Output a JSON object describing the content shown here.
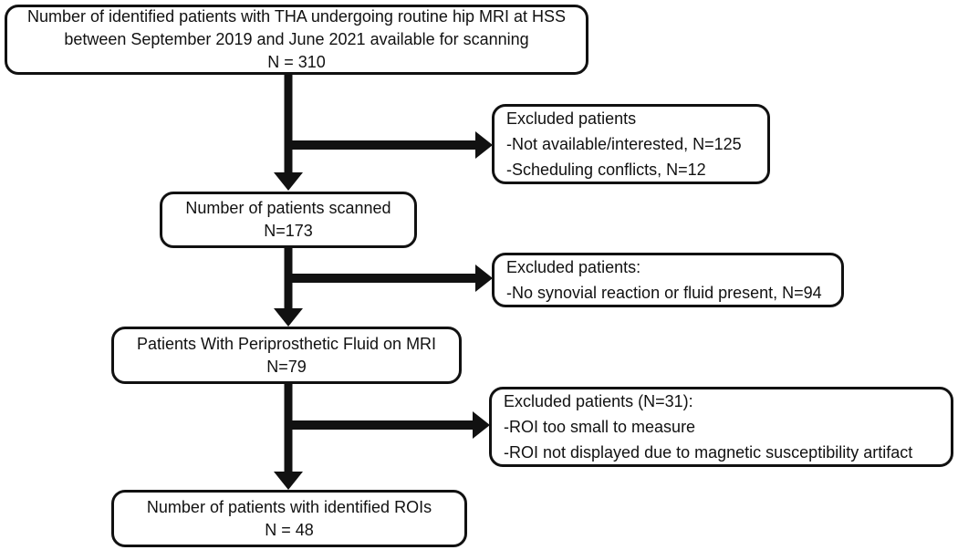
{
  "diagram": {
    "type": "flowchart",
    "line_color": "#111111",
    "background": "#ffffff",
    "boxes": {
      "identified": {
        "text": "Number of identified patients with THA undergoing routine hip MRI at HSS between September 2019 and June 2021 available for scanning",
        "n": "N = 310"
      },
      "excluded_recruit": {
        "title": "Excluded patients",
        "items": [
          "-Not available/interested, N=125",
          "-Scheduling conflicts, N=12"
        ]
      },
      "scanned": {
        "text": "Number of patients scanned",
        "n": "N=173"
      },
      "excluded_fluid": {
        "title": "Excluded patients:",
        "items": [
          "-No synovial reaction or fluid present, N=94"
        ]
      },
      "periprosthetic": {
        "text": "Patients With Periprosthetic Fluid on MRI",
        "n": "N=79"
      },
      "excluded_roi": {
        "title": "Excluded patients (N=31):",
        "items": [
          "-ROI too small to measure",
          "-ROI not displayed due to magnetic susceptibility artifact"
        ]
      },
      "identified_rois": {
        "text": "Number of patients with identified ROIs",
        "n": "N = 48"
      }
    }
  }
}
